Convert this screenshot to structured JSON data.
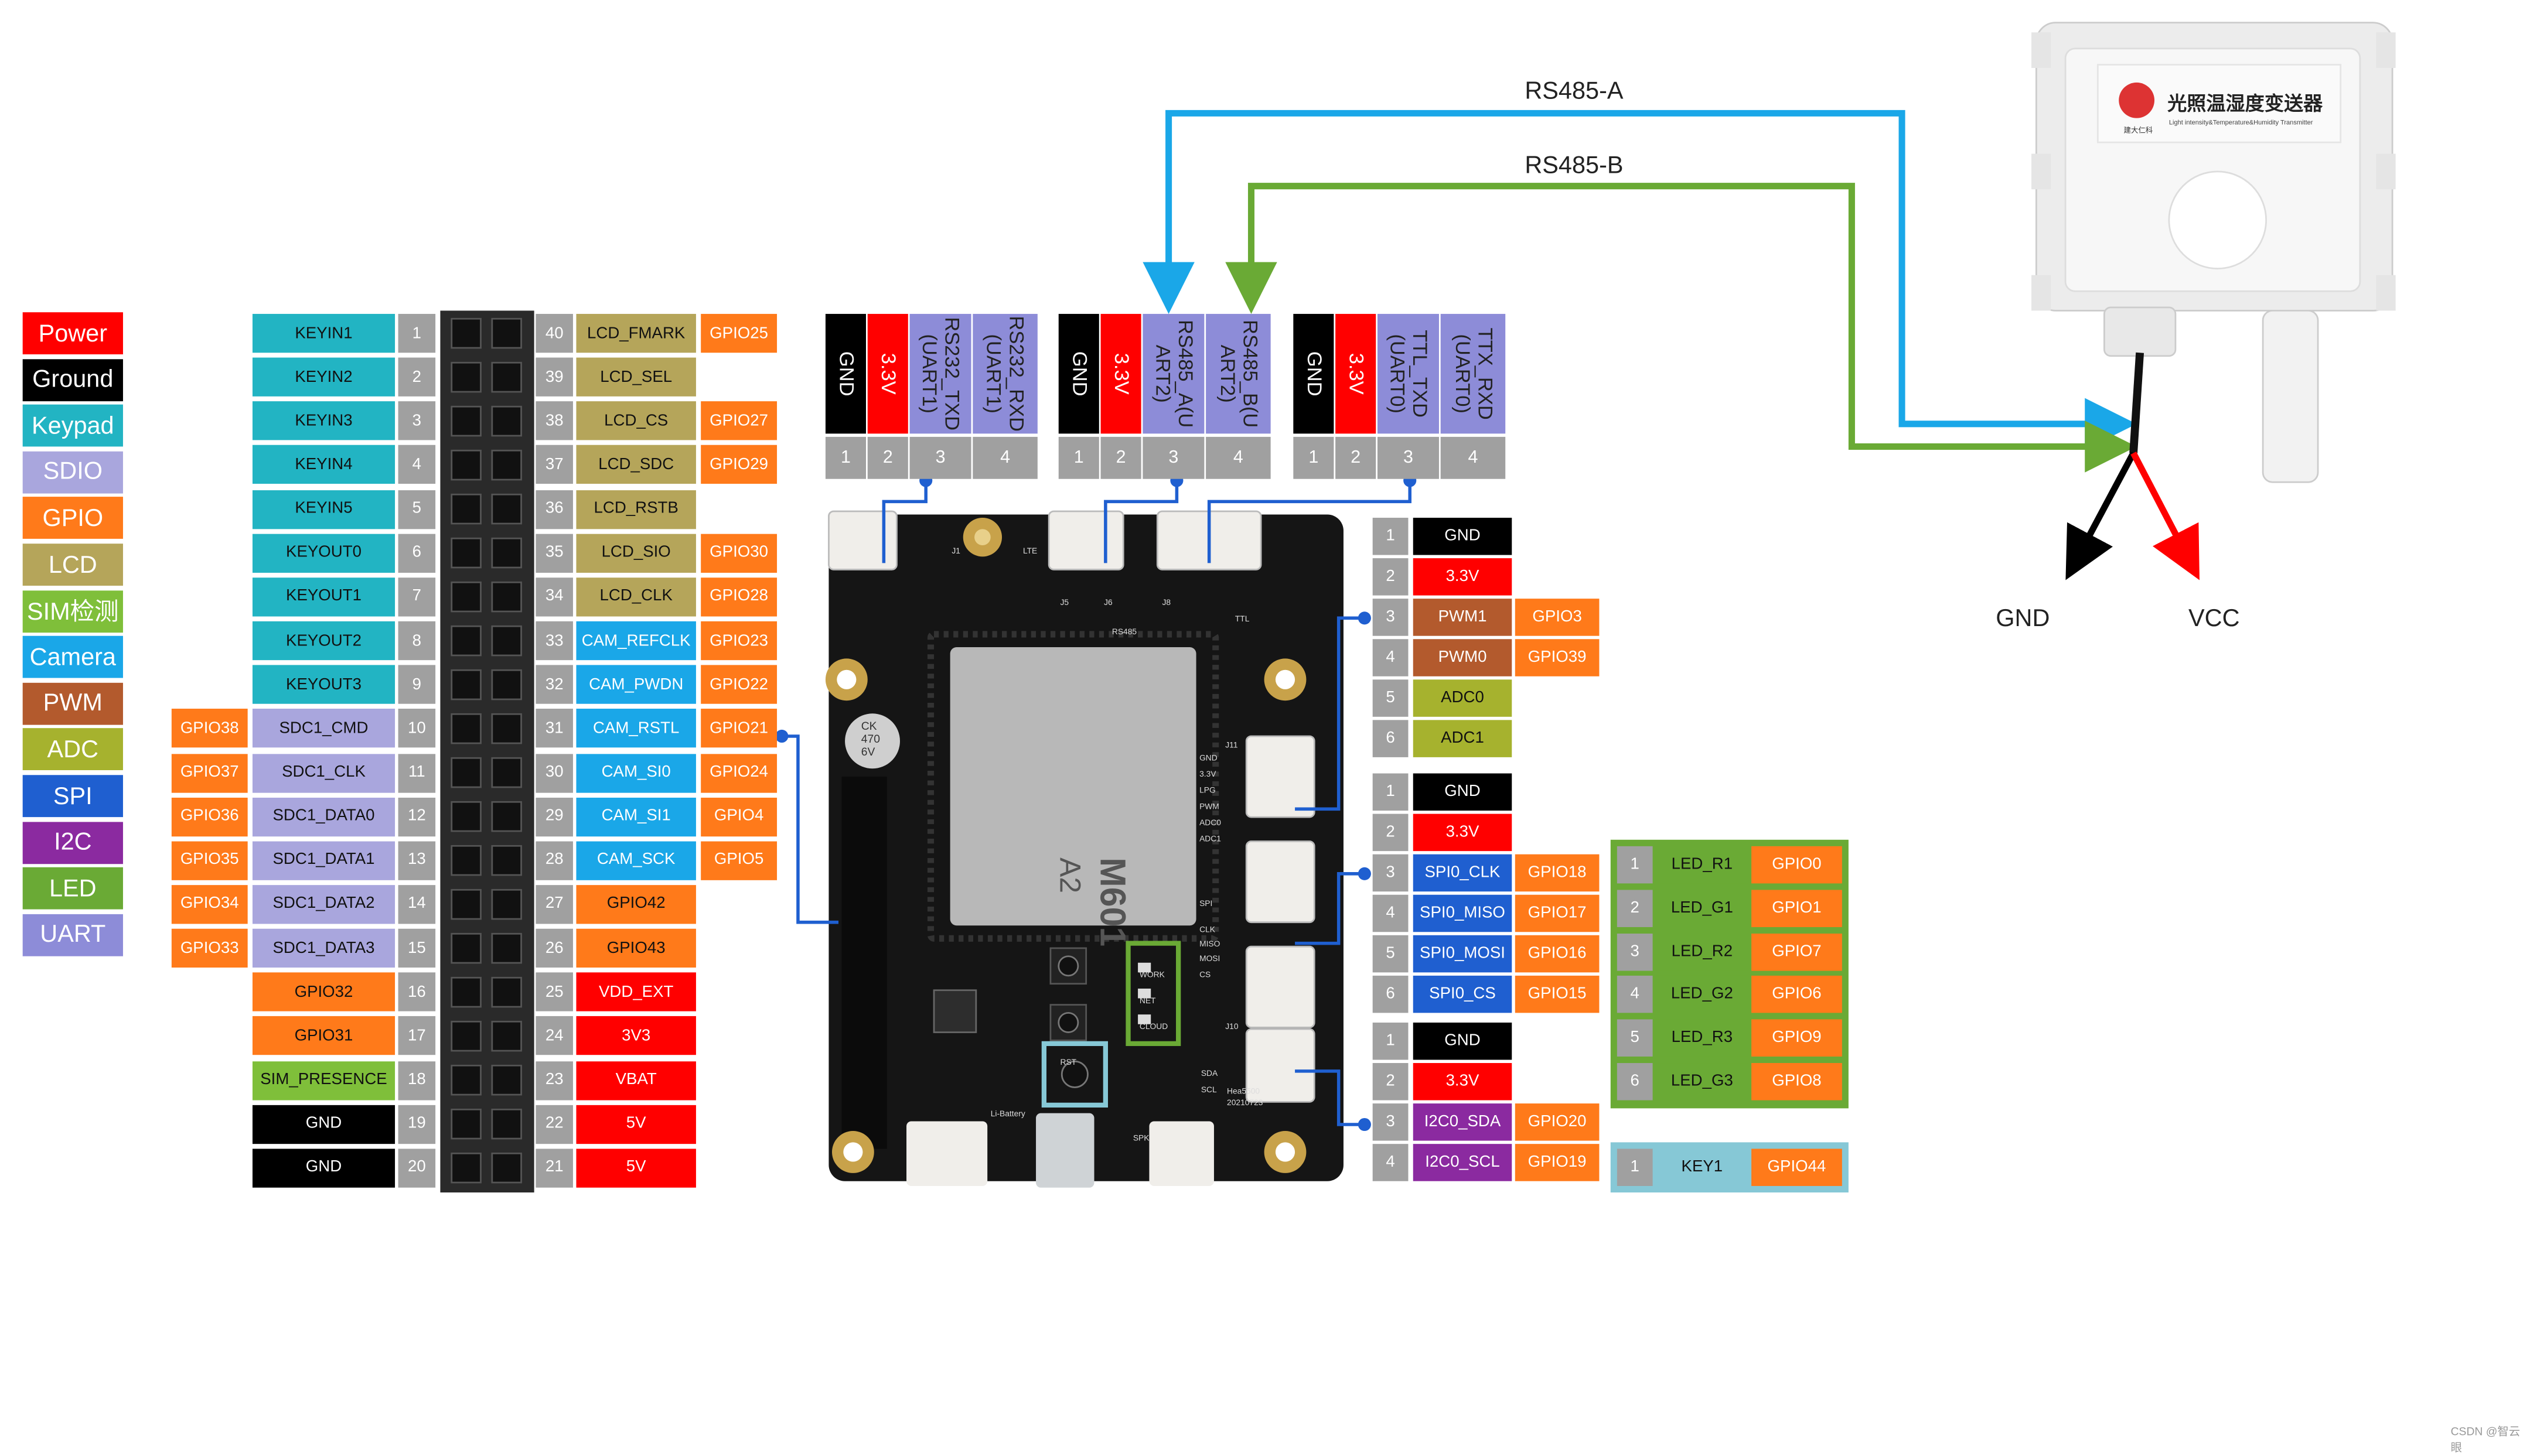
{
  "colors": {
    "Power": "#ff0000",
    "Ground": "#000000",
    "Keypad": "#22b4c3",
    "SDIO": "#a9a6dd",
    "GPIO": "#ff7a1a",
    "LCD": "#b5a55a",
    "SIM": "#7fbf3a",
    "Camera": "#1aa7e8",
    "PWM": "#b35a2d",
    "ADC": "#a6b22e",
    "SPI": "#1f5fd0",
    "I2C": "#8b2aa0",
    "LED": "#6aaa35",
    "UART": "#8d8cd8",
    "num": "#a0a0a0"
  },
  "legend": [
    {
      "label": "Power",
      "cat": "Power"
    },
    {
      "label": "Ground",
      "cat": "Ground"
    },
    {
      "label": "Keypad",
      "cat": "Keypad"
    },
    {
      "label": "SDIO",
      "cat": "SDIO"
    },
    {
      "label": "GPIO",
      "cat": "GPIO"
    },
    {
      "label": "LCD",
      "cat": "LCD"
    },
    {
      "label": "SIM检测",
      "cat": "SIM"
    },
    {
      "label": "Camera",
      "cat": "Camera"
    },
    {
      "label": "PWM",
      "cat": "PWM"
    },
    {
      "label": "ADC",
      "cat": "ADC"
    },
    {
      "label": "SPI",
      "cat": "SPI"
    },
    {
      "label": "I2C",
      "cat": "I2C"
    },
    {
      "label": "LED",
      "cat": "LED"
    },
    {
      "label": "UART",
      "cat": "UART"
    }
  ],
  "header_left": [
    {
      "pin": "1",
      "gpio": "",
      "func": {
        "label": "KEYIN1",
        "cat": "Keypad"
      }
    },
    {
      "pin": "2",
      "gpio": "",
      "func": {
        "label": "KEYIN2",
        "cat": "Keypad"
      }
    },
    {
      "pin": "3",
      "gpio": "",
      "func": {
        "label": "KEYIN3",
        "cat": "Keypad"
      }
    },
    {
      "pin": "4",
      "gpio": "",
      "func": {
        "label": "KEYIN4",
        "cat": "Keypad"
      }
    },
    {
      "pin": "5",
      "gpio": "",
      "func": {
        "label": "KEYIN5",
        "cat": "Keypad"
      }
    },
    {
      "pin": "6",
      "gpio": "",
      "func": {
        "label": "KEYOUT0",
        "cat": "Keypad"
      }
    },
    {
      "pin": "7",
      "gpio": "",
      "func": {
        "label": "KEYOUT1",
        "cat": "Keypad"
      }
    },
    {
      "pin": "8",
      "gpio": "",
      "func": {
        "label": "KEYOUT2",
        "cat": "Keypad"
      }
    },
    {
      "pin": "9",
      "gpio": "",
      "func": {
        "label": "KEYOUT3",
        "cat": "Keypad"
      }
    },
    {
      "pin": "10",
      "gpio": "GPIO38",
      "func": {
        "label": "SDC1_CMD",
        "cat": "SDIO"
      }
    },
    {
      "pin": "11",
      "gpio": "GPIO37",
      "func": {
        "label": "SDC1_CLK",
        "cat": "SDIO"
      }
    },
    {
      "pin": "12",
      "gpio": "GPIO36",
      "func": {
        "label": "SDC1_DATA0",
        "cat": "SDIO"
      }
    },
    {
      "pin": "13",
      "gpio": "GPIO35",
      "func": {
        "label": "SDC1_DATA1",
        "cat": "SDIO"
      }
    },
    {
      "pin": "14",
      "gpio": "GPIO34",
      "func": {
        "label": "SDC1_DATA2",
        "cat": "SDIO"
      }
    },
    {
      "pin": "15",
      "gpio": "GPIO33",
      "func": {
        "label": "SDC1_DATA3",
        "cat": "SDIO"
      }
    },
    {
      "pin": "16",
      "gpio": "",
      "func": {
        "label": "GPIO32",
        "cat": "GPIO"
      }
    },
    {
      "pin": "17",
      "gpio": "",
      "func": {
        "label": "GPIO31",
        "cat": "GPIO"
      }
    },
    {
      "pin": "18",
      "gpio": "",
      "func": {
        "label": "SIM_PRESENCE",
        "cat": "SIM"
      }
    },
    {
      "pin": "19",
      "gpio": "",
      "func": {
        "label": "GND",
        "cat": "Ground"
      }
    },
    {
      "pin": "20",
      "gpio": "",
      "func": {
        "label": "GND",
        "cat": "Ground"
      }
    }
  ],
  "header_right": [
    {
      "pin": "40",
      "func": {
        "label": "LCD_FMARK",
        "cat": "LCD"
      },
      "gpio": "GPIO25"
    },
    {
      "pin": "39",
      "func": {
        "label": "LCD_SEL",
        "cat": "LCD"
      },
      "gpio": ""
    },
    {
      "pin": "38",
      "func": {
        "label": "LCD_CS",
        "cat": "LCD"
      },
      "gpio": "GPIO27"
    },
    {
      "pin": "37",
      "func": {
        "label": "LCD_SDC",
        "cat": "LCD"
      },
      "gpio": "GPIO29"
    },
    {
      "pin": "36",
      "func": {
        "label": "LCD_RSTB",
        "cat": "LCD"
      },
      "gpio": ""
    },
    {
      "pin": "35",
      "func": {
        "label": "LCD_SIO",
        "cat": "LCD"
      },
      "gpio": "GPIO30"
    },
    {
      "pin": "34",
      "func": {
        "label": "LCD_CLK",
        "cat": "LCD"
      },
      "gpio": "GPIO28"
    },
    {
      "pin": "33",
      "func": {
        "label": "CAM_REFCLK",
        "cat": "Camera"
      },
      "gpio": "GPIO23"
    },
    {
      "pin": "32",
      "func": {
        "label": "CAM_PWDN",
        "cat": "Camera"
      },
      "gpio": "GPIO22"
    },
    {
      "pin": "31",
      "func": {
        "label": "CAM_RSTL",
        "cat": "Camera"
      },
      "gpio": "GPIO21"
    },
    {
      "pin": "30",
      "func": {
        "label": "CAM_SI0",
        "cat": "Camera"
      },
      "gpio": "GPIO24"
    },
    {
      "pin": "29",
      "func": {
        "label": "CAM_SI1",
        "cat": "Camera"
      },
      "gpio": "GPIO4"
    },
    {
      "pin": "28",
      "func": {
        "label": "CAM_SCK",
        "cat": "Camera"
      },
      "gpio": "GPIO5"
    },
    {
      "pin": "27",
      "func": {
        "label": "GPIO42",
        "cat": "GPIO"
      },
      "gpio": ""
    },
    {
      "pin": "26",
      "func": {
        "label": "GPIO43",
        "cat": "GPIO"
      },
      "gpio": ""
    },
    {
      "pin": "25",
      "func": {
        "label": "VDD_EXT",
        "cat": "Power"
      },
      "gpio": ""
    },
    {
      "pin": "24",
      "func": {
        "label": "3V3",
        "cat": "Power"
      },
      "gpio": ""
    },
    {
      "pin": "23",
      "func": {
        "label": "VBAT",
        "cat": "Power"
      },
      "gpio": ""
    },
    {
      "pin": "22",
      "func": {
        "label": "5V",
        "cat": "Power"
      },
      "gpio": ""
    },
    {
      "pin": "21",
      "func": {
        "label": "5V",
        "cat": "Power"
      },
      "gpio": ""
    }
  ],
  "top_connectors": [
    {
      "cells": [
        {
          "label": "GND",
          "cat": "Ground"
        },
        {
          "label": "3.3V",
          "cat": "Power"
        },
        {
          "label": "RS232_TXD\n(UART1)",
          "cat": "UART"
        },
        {
          "label": "RS232_RXD\n(UART1)",
          "cat": "UART"
        }
      ],
      "pins": [
        "1",
        "2",
        "3",
        "4"
      ]
    },
    {
      "cells": [
        {
          "label": "GND",
          "cat": "Ground"
        },
        {
          "label": "3.3V",
          "cat": "Power"
        },
        {
          "label": "RS485_A(U\nART2)",
          "cat": "UART"
        },
        {
          "label": "RS485_B(U\nART2)",
          "cat": "UART"
        }
      ],
      "pins": [
        "1",
        "2",
        "3",
        "4"
      ]
    },
    {
      "cells": [
        {
          "label": "GND",
          "cat": "Ground"
        },
        {
          "label": "3.3V",
          "cat": "Power"
        },
        {
          "label": "TTL_TXD\n(UART0)",
          "cat": "UART"
        },
        {
          "label": "TTX_RXD\n(UART0)",
          "cat": "UART"
        }
      ],
      "pins": [
        "1",
        "2",
        "3",
        "4"
      ]
    }
  ],
  "right_connectors": [
    {
      "rows": [
        {
          "pin": "1",
          "func": {
            "label": "GND",
            "cat": "Ground"
          },
          "gpio": ""
        },
        {
          "pin": "2",
          "func": {
            "label": "3.3V",
            "cat": "Power"
          },
          "gpio": ""
        },
        {
          "pin": "3",
          "func": {
            "label": "PWM1",
            "cat": "PWM"
          },
          "gpio": "GPIO3"
        },
        {
          "pin": "4",
          "func": {
            "label": "PWM0",
            "cat": "PWM"
          },
          "gpio": "GPIO39"
        },
        {
          "pin": "5",
          "func": {
            "label": "ADC0",
            "cat": "ADC"
          },
          "gpio": ""
        },
        {
          "pin": "6",
          "func": {
            "label": "ADC1",
            "cat": "ADC"
          },
          "gpio": ""
        }
      ]
    },
    {
      "rows": [
        {
          "pin": "1",
          "func": {
            "label": "GND",
            "cat": "Ground"
          },
          "gpio": ""
        },
        {
          "pin": "2",
          "func": {
            "label": "3.3V",
            "cat": "Power"
          },
          "gpio": ""
        },
        {
          "pin": "3",
          "func": {
            "label": "SPI0_CLK",
            "cat": "SPI"
          },
          "gpio": "GPIO18"
        },
        {
          "pin": "4",
          "func": {
            "label": "SPI0_MISO",
            "cat": "SPI"
          },
          "gpio": "GPIO17"
        },
        {
          "pin": "5",
          "func": {
            "label": "SPI0_MOSI",
            "cat": "SPI"
          },
          "gpio": "GPIO16"
        },
        {
          "pin": "6",
          "func": {
            "label": "SPI0_CS",
            "cat": "SPI"
          },
          "gpio": "GPIO15"
        }
      ]
    },
    {
      "rows": [
        {
          "pin": "1",
          "func": {
            "label": "GND",
            "cat": "Ground"
          },
          "gpio": ""
        },
        {
          "pin": "2",
          "func": {
            "label": "3.3V",
            "cat": "Power"
          },
          "gpio": ""
        },
        {
          "pin": "3",
          "func": {
            "label": "I2C0_SDA",
            "cat": "I2C"
          },
          "gpio": "GPIO20"
        },
        {
          "pin": "4",
          "func": {
            "label": "I2C0_SCL",
            "cat": "I2C"
          },
          "gpio": "GPIO19"
        }
      ]
    }
  ],
  "led_table": [
    {
      "pin": "1",
      "func": "LED_R1",
      "gpio": "GPIO0"
    },
    {
      "pin": "2",
      "func": "LED_G1",
      "gpio": "GPIO1"
    },
    {
      "pin": "3",
      "func": "LED_R2",
      "gpio": "GPIO7"
    },
    {
      "pin": "4",
      "func": "LED_G2",
      "gpio": "GPIO6"
    },
    {
      "pin": "5",
      "func": "LED_R3",
      "gpio": "GPIO9"
    },
    {
      "pin": "6",
      "func": "LED_G3",
      "gpio": "GPIO8"
    }
  ],
  "key_table": {
    "pin": "1",
    "func": "KEY1",
    "gpio": "GPIO44"
  },
  "wiring": {
    "rs485_a": "RS485-A",
    "rs485_b": "RS485-B",
    "gnd": "GND",
    "vcc": "VCC"
  },
  "board": {
    "module_name": "M601",
    "module_sub": "A2",
    "cap_label": "CK\n470\n6V",
    "silk": [
      "J1",
      "LTE",
      "J5",
      "J6",
      "J8",
      "RS485",
      "TTL",
      "J11",
      "J10",
      "RST",
      "WORK",
      "NET",
      "CLOUD",
      "SPK",
      "Li-Battery",
      "GND",
      "3.3V",
      "LPG",
      "PWM",
      "ADC0",
      "ADC1",
      "SPI",
      "CLK",
      "MISO",
      "MOSI",
      "CS",
      "SDA",
      "SCL",
      "20210723",
      "Hea5500"
    ]
  },
  "sensor": {
    "title": "光照温湿度变送器",
    "subtitle": "Light intensity&Temperature&Humidity Transmitter",
    "brand": "建大仁科"
  },
  "credit": "CSDN @智云眼"
}
